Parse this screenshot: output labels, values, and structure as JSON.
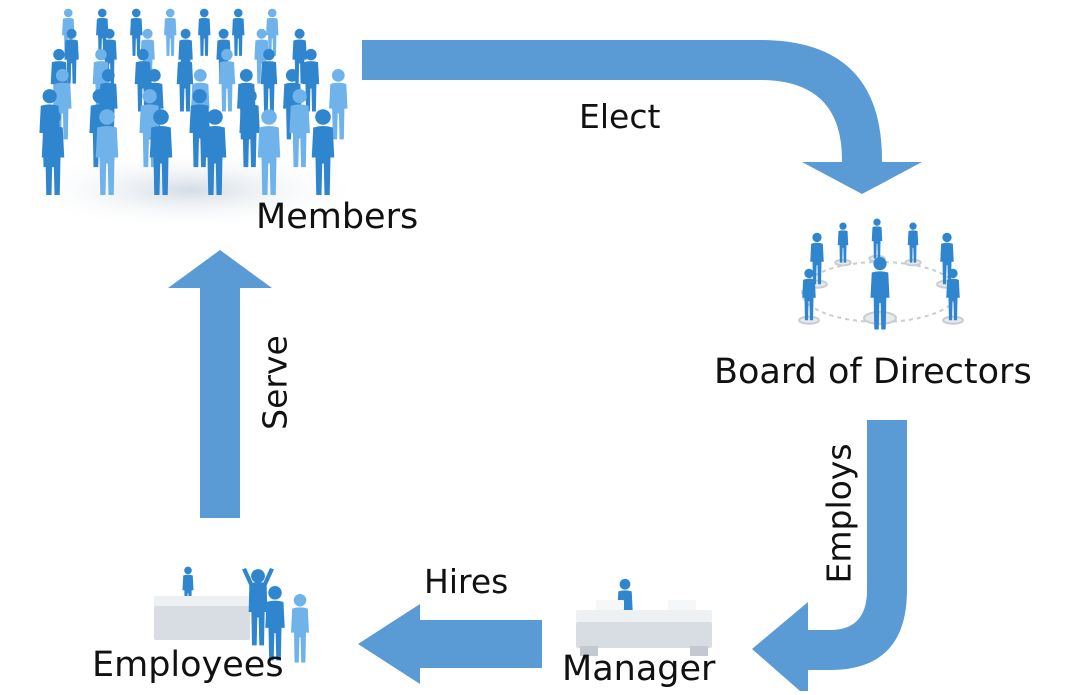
{
  "colors": {
    "arrow": "#5b9bd5",
    "figure": "#2f86cf",
    "figure_light": "#6fb3ea",
    "desk": "#d8dde3",
    "text": "#111111"
  },
  "nodes": {
    "members": {
      "label": "Members",
      "icon": "crowd-icon"
    },
    "board": {
      "label": "Board of Directors",
      "icon": "circle-of-people-icon"
    },
    "manager": {
      "label": "Manager",
      "icon": "person-at-desk-icon"
    },
    "employees": {
      "label": "Employees",
      "icon": "team-at-desk-icon"
    }
  },
  "edges": {
    "elect": {
      "label": "Elect",
      "from": "Members",
      "to": "Board of Directors"
    },
    "employs": {
      "label": "Employs",
      "from": "Board of Directors",
      "to": "Manager"
    },
    "hires": {
      "label": "Hires",
      "from": "Manager",
      "to": "Employees"
    },
    "serve": {
      "label": "Serve",
      "from": "Employees",
      "to": "Members"
    }
  }
}
